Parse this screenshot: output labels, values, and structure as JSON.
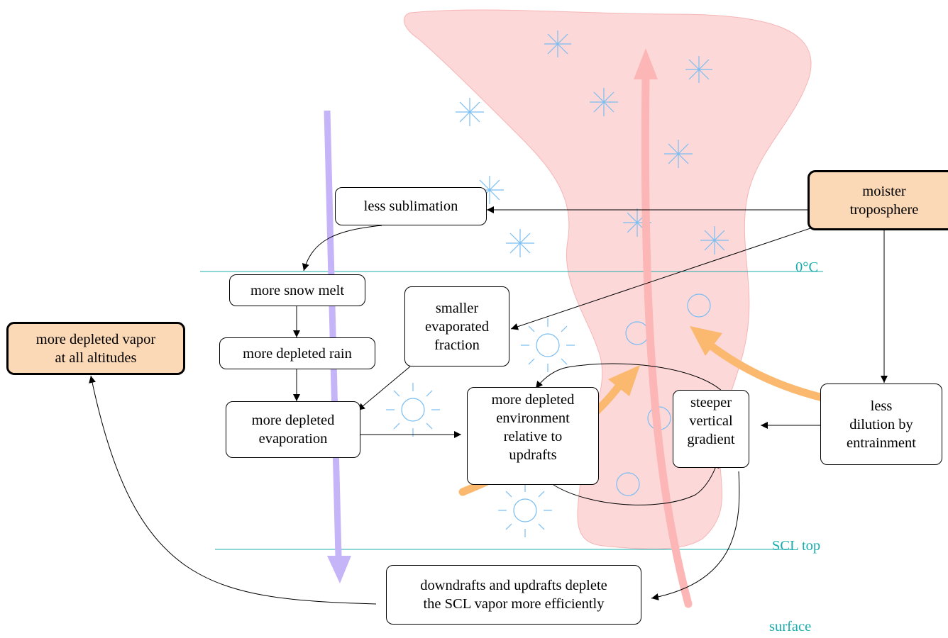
{
  "colors": {
    "cloud": "#fdd8d8",
    "updraft_arrow": "#fcb6b6",
    "downdraft_arrow": "#c6b4f8",
    "entrainment_arrow": "#fbb86f",
    "ice_crystal": "#79bdf2",
    "level_line": "#1aadad",
    "highlight_box": "#fcd9b6"
  },
  "icons": {
    "ice_crystal": "asterisk-snowflake",
    "droplet": "circle",
    "evaporation": "sun-burst"
  },
  "levels": {
    "freezing": "0°C",
    "scl_top": "SCL top",
    "surface": "surface"
  },
  "nodes": {
    "moister_troposphere": "moister\ntroposphere",
    "less_sublimation": "less sublimation",
    "more_snow_melt": "more snow melt",
    "more_depleted_rain": "more depleted rain",
    "more_depleted_evaporation": "more depleted\nevaporation",
    "smaller_evaporated_fraction": "smaller\nevaporated\nfraction",
    "more_depleted_environment": "more depleted\nenvironment\nrelative to\nupdrafts",
    "steeper_vertical_gradient": "steeper\nvertical\ngradient",
    "less_dilution": "less\ndilution by\nentrainment",
    "downdrafts_updrafts": "downdrafts and updrafts deplete\nthe SCL vapor more efficiently",
    "more_depleted_vapor": "more depleted vapor\nat all altitudes"
  }
}
